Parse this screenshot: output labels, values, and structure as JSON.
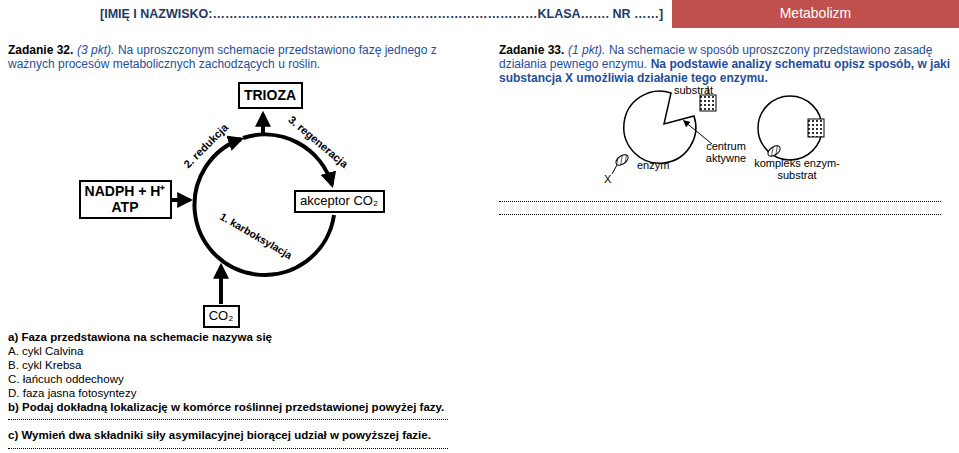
{
  "diagram": {
    "nodes": [
      {
        "text": [
          "Metabolizm"
        ]
      },
      {
        "text": [
          "TRIOZA"
        ]
      },
      {
        "text": [
          "NADPH + H⁺",
          "ATP"
        ]
      },
      {
        "text": [
          "akceptor CO₂"
        ]
      },
      {
        "text": [
          "CO₂"
        ]
      }
    ],
    "labels": [
      "[IMIĘ I NAZWISKO:……………………………………………………………………KLASA……. NR ……]",
      "Zadanie 32.",
      "(3 pkt).",
      "Na uproszczonym schemacie przedstawiono fazę jednego z ważnych procesów metabolicznych zachodzących u roślin.",
      "Zadanie 33.",
      "(1 pkt).",
      "Na schemacie w sposób uproszczony przedstawiono zasadę działania pewnego enzymu.",
      "Na podstawie analizy schematu opisz sposób, w jaki substancja X umożliwia działanie tego enzymu.",
      "3. regeneracja",
      "2. redukcja",
      "1. karboksylacja",
      "substrat",
      "centrum aktywne",
      "enzym",
      "kompleks enzym-substrat",
      "X",
      "a) Faza przedstawiona na schemacie nazywa się",
      "A. cykl Calvina",
      "B. cykl Krebsa",
      "C. łańcuch oddechowy",
      "D. faza jasna fotosyntezy",
      "b) Podaj dokładną lokalizację w komórce roślinnej przedstawionej powyżej fazy.",
      "c) Wymień dwa składniki siły asymilacyjnej biorącej udział w powyższej fazie."
    ]
  }
}
